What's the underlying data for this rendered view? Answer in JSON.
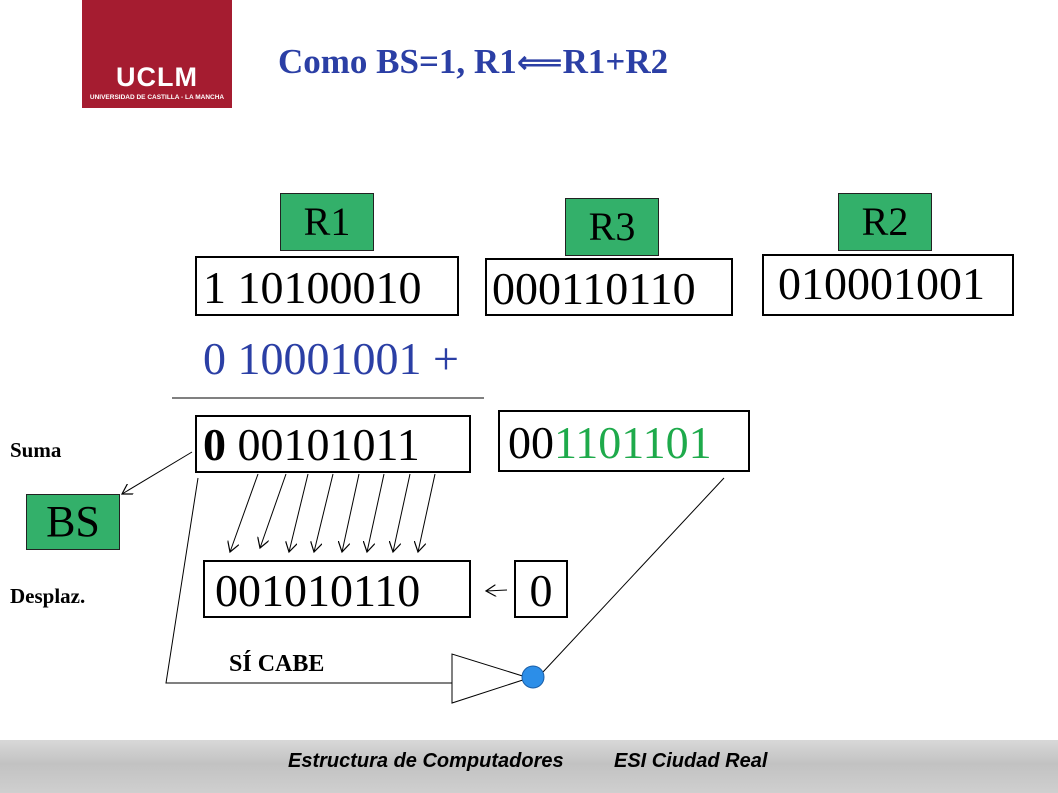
{
  "logo": {
    "word": "UCLM",
    "sub": "UNIVERSIDAD DE CASTILLA - LA MANCHA"
  },
  "title": {
    "prefix": "Como BS=1, R1",
    "arrow": "⟸",
    "suffix": "R1+R2"
  },
  "registers": {
    "r1": {
      "label": "R1",
      "value": "1 10100010"
    },
    "r3": {
      "label": "R3",
      "value": "000110110"
    },
    "r2": {
      "label": "R2",
      "value": "010001001"
    }
  },
  "addend": "0 10001001 +",
  "sum": {
    "bit": "0",
    "rest": " 00101011"
  },
  "r3_new": {
    "plain": "00",
    "green": "1101101"
  },
  "shift_result": "001010110",
  "shift_in": "0",
  "labels": {
    "suma": "Suma",
    "bs": "BS",
    "desplaz": "Desplaz.",
    "si_cabe": "SÍ CABE"
  },
  "footer": {
    "left": "Estructura de Computadores",
    "right": "ESI Ciudad Real"
  },
  "colors": {
    "title": "#2b3fa5",
    "register_label": "#33b06a",
    "logo": "#a51c30",
    "highlight": "#1eaa4b",
    "node": "#2c8ee8"
  }
}
